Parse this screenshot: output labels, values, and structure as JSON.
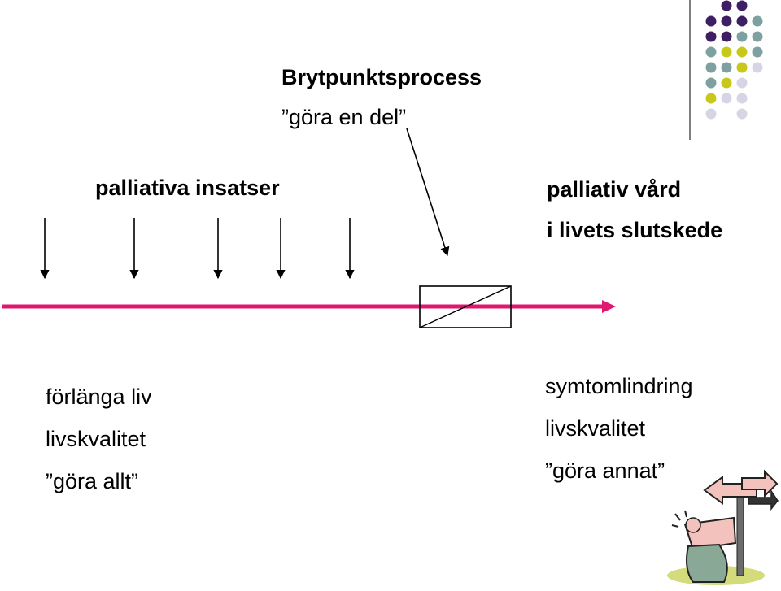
{
  "title": "Brytpunktsprocess",
  "subtitle": "”göra en del”",
  "left_heading": "palliativa insatser",
  "right_heading": [
    "palliativ vård",
    "i livets slutskede"
  ],
  "left_items": [
    "förlänga liv",
    "livskvalitet",
    "”göra allt”"
  ],
  "right_items": [
    "symtomlindring",
    "livskvalitet",
    "”göra annat”"
  ],
  "colors": {
    "timeline": "#e0176f",
    "dot_purple": "#3f1f63",
    "dot_teal": "#7fa0a1",
    "dot_olive": "#c8c81a",
    "dot_lavender": "#d5d5e5"
  },
  "decoration": {
    "corner": "dot-grid",
    "clipart": "signpost-with-thinking-person"
  }
}
